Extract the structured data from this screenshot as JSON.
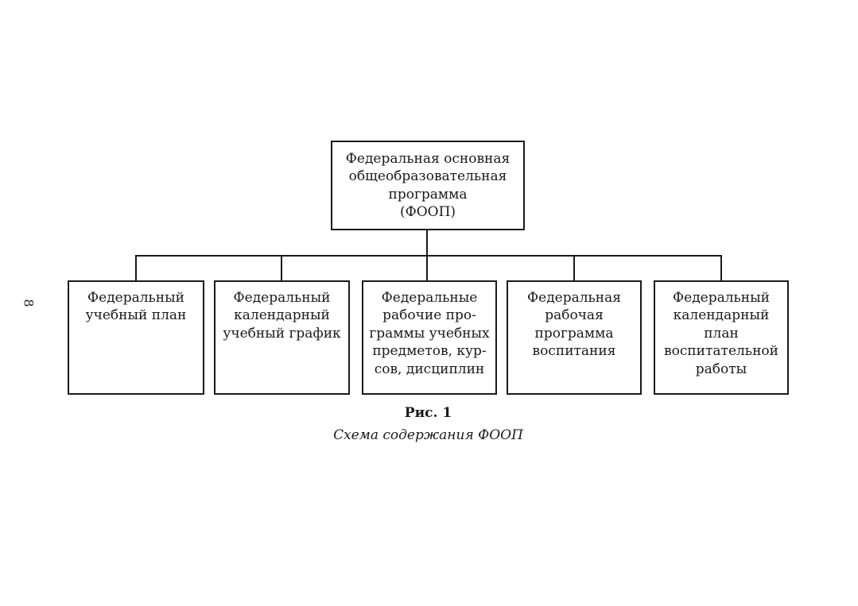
{
  "page": {
    "number": "8"
  },
  "diagram": {
    "root": {
      "label": "Федеральная основная\nобщеобразовательная\nпрограмма\n(ФООП)"
    },
    "children": [
      {
        "label": "Федеральный\nучебный план"
      },
      {
        "label": "Федеральный\nкалендарный\nучебный график"
      },
      {
        "label": "Федеральные\nрабочие про-\nграммы учебных\nпредметов, кур-\nсов, дисциплин"
      },
      {
        "label": "Федеральная\nрабочая\nпрограмма\nвоспитания"
      },
      {
        "label": "Федеральный\nкалендарный\nплан\nвоспитательной\nработы"
      }
    ]
  },
  "caption": {
    "figure_label": "Рис. 1",
    "figure_title": "Схема содержания ФООП"
  },
  "colors": {
    "line": "#1a1a1a",
    "text": "#1a1a1a",
    "background": "#ffffff",
    "box_fill": "#ffffff"
  }
}
